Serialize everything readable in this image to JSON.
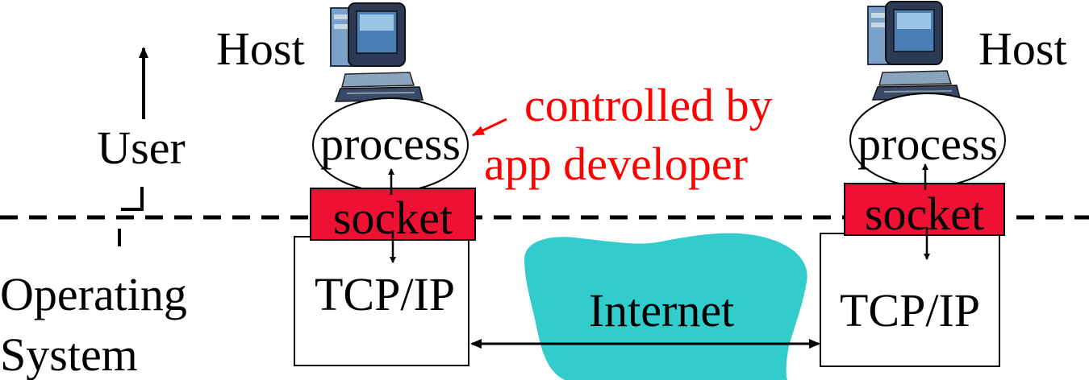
{
  "labels": {
    "host_left": "Host",
    "host_right": "Host",
    "user": "User",
    "operating_system_line1": "Operating",
    "operating_system_line2": "System",
    "process_left": "process",
    "process_right": "process",
    "socket_left": "socket",
    "socket_right": "socket",
    "tcpip_left": "TCP/IP",
    "tcpip_right": "TCP/IP",
    "internet": "Internet",
    "annotation_line1": "controlled by",
    "annotation_line2": "app developer"
  },
  "icons": {
    "host_left": "desktop-computer-icon",
    "host_right": "desktop-computer-icon"
  },
  "colors": {
    "socket_fill": "#ee1133",
    "annotation_text": "#ff0000",
    "internet_cloud": "#33cccc",
    "line": "#000000"
  }
}
